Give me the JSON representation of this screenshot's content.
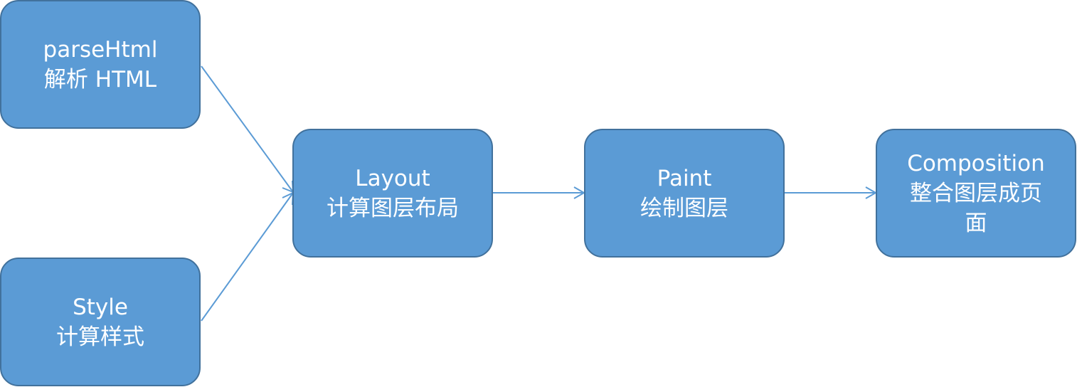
{
  "nodes": {
    "parse": {
      "line1": "parseHtml",
      "line2": "解析 HTML"
    },
    "style": {
      "line1": "Style",
      "line2": "计算样式"
    },
    "layout": {
      "line1": "Layout",
      "line2": "计算图层布局"
    },
    "paint": {
      "line1": "Paint",
      "line2": "绘制图层"
    },
    "composition": {
      "line1": "Composition",
      "line2": "整合图层成页",
      "line3": "面"
    }
  },
  "edges": [
    {
      "from": "parse",
      "to": "layout"
    },
    {
      "from": "style",
      "to": "layout"
    },
    {
      "from": "layout",
      "to": "paint"
    },
    {
      "from": "paint",
      "to": "composition"
    }
  ],
  "colors": {
    "node_fill": "#5b9bd5",
    "node_border": "#41719c",
    "edge": "#5b9bd5",
    "text": "#ffffff"
  }
}
